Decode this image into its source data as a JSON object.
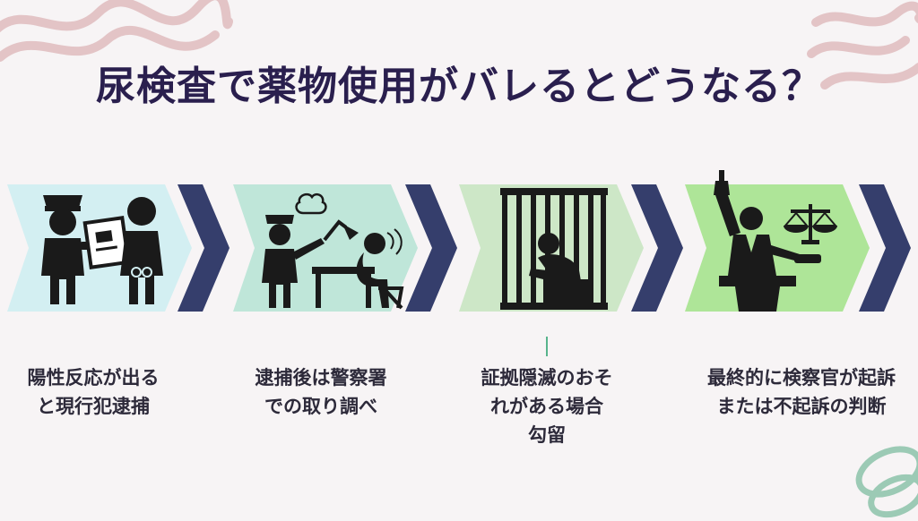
{
  "title": "尿検査で薬物使用がバレるとどうなる？",
  "colors": {
    "title": "#2a1f4e",
    "navy": "#353e6c",
    "step1": "#d3eff2",
    "step2": "#bfe6d9",
    "step3": "#cde7c7",
    "step4": "#aee598",
    "text": "#2d2a3a"
  },
  "steps": [
    {
      "icon": "police-arrest-icon",
      "line1": "陽性反応が出る",
      "line2": "と現行犯逮捕"
    },
    {
      "icon": "interrogation-icon",
      "line1": "逮捕後は警察署",
      "line2": "での取り調べ"
    },
    {
      "icon": "jail-cell-icon",
      "line1": "証拠隠滅のおそ",
      "line2": "れがある場合",
      "line3": "勾留"
    },
    {
      "icon": "prosecutor-judgment-icon",
      "line1": "最終的に検察官が起訴",
      "line2": "または不起訴の判断"
    }
  ]
}
